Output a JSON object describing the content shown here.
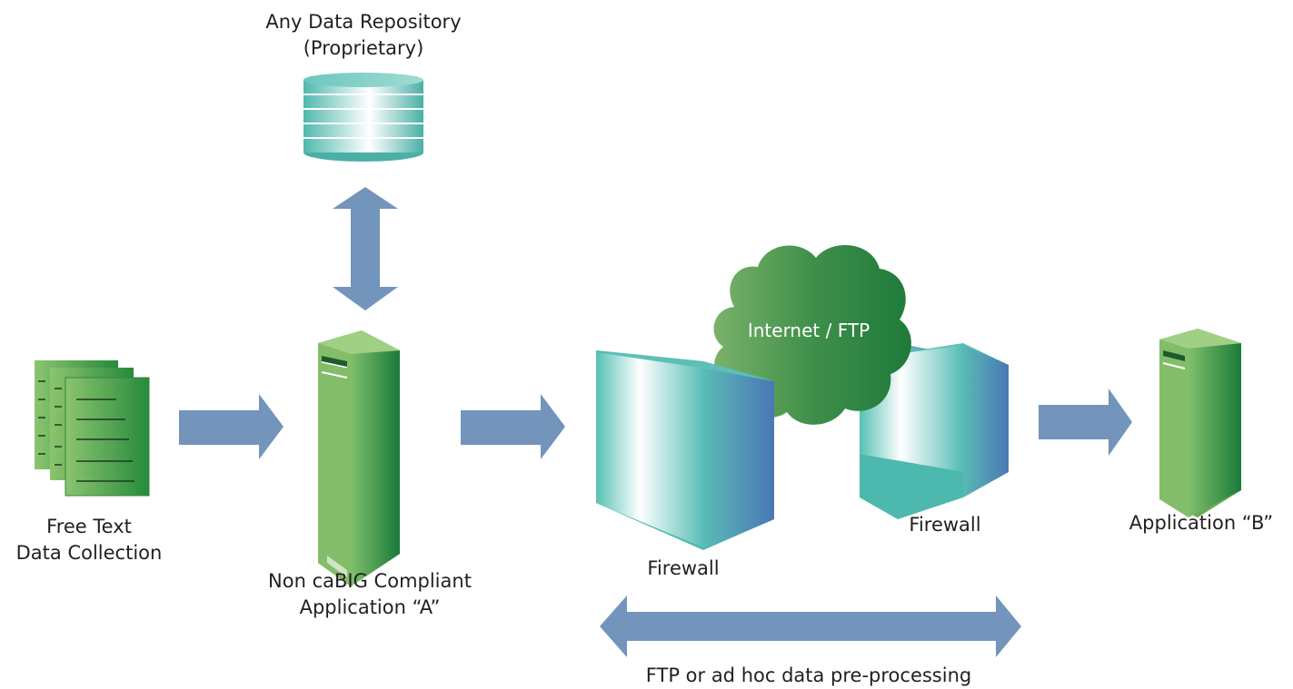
{
  "repository": {
    "line1": "Any Data Repository",
    "line2": "(Proprietary)"
  },
  "free_text": {
    "line1": "Free Text",
    "line2": "Data Collection"
  },
  "app_a": {
    "line1": "Non caBIG Compliant",
    "line2": "Application “A”"
  },
  "firewall_left": {
    "label": "Firewall"
  },
  "firewall_right": {
    "label": "Firewall"
  },
  "cloud": {
    "label": "Internet / FTP"
  },
  "app_b": {
    "label": "Application “B”"
  },
  "bottom": {
    "label": "FTP or ad hoc data pre-processing"
  },
  "colors": {
    "arrow": "#7394bb",
    "server_green_light": "#82bb6a",
    "server_green_dark": "#1e7a3a",
    "cloud_green": "#3f8f4a",
    "firewall_teal": "#4dbab2",
    "firewall_blue": "#4a7fb5"
  }
}
